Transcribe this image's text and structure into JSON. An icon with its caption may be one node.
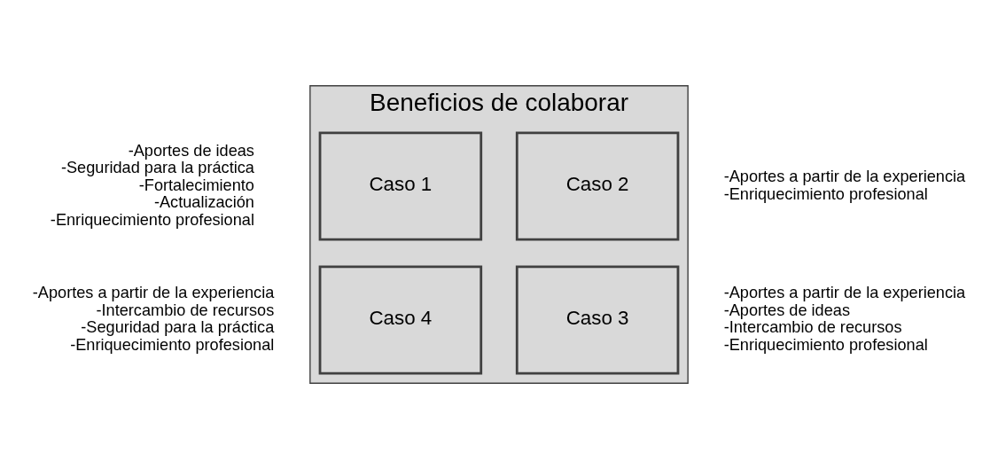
{
  "diagram": {
    "nodes": [
      {
        "text": [
          "Beneficios de colaborar"
        ]
      },
      {
        "text": [
          "Caso 1"
        ],
        "in": 0,
        "beside": [
          "-Aportes de ideas",
          "-Seguridad para la práctica",
          "-Fortalecimiento",
          "-Actualización",
          "-Enriquecimiento profesional"
        ]
      },
      {
        "text": [
          "Caso 2"
        ],
        "in": 0,
        "beside": [
          "-Aportes a partir de la experiencia",
          "-Enriquecimiento profesional"
        ]
      },
      {
        "text": [
          "Caso 3"
        ],
        "in": 0,
        "beside": [
          "-Aportes a partir de la experiencia",
          "-Aportes de ideas",
          "-Intercambio de recursos",
          "-Enriquecimiento profesional"
        ]
      },
      {
        "text": [
          "Caso 4"
        ],
        "in": 0,
        "beside": [
          "-Aportes a partir de la experiencia",
          "-Intercambio de recursos",
          "-Seguridad para la práctica",
          "-Enriquecimiento profesional"
        ]
      }
    ],
    "edges": []
  }
}
